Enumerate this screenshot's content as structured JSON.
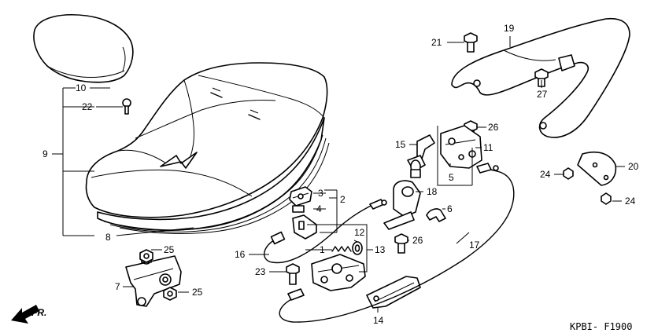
{
  "callouts": [
    {
      "id": "10",
      "label": "10"
    },
    {
      "id": "22",
      "label": "22"
    },
    {
      "id": "9",
      "label": "9"
    },
    {
      "id": "8",
      "label": "8"
    },
    {
      "id": "25a",
      "label": "25"
    },
    {
      "id": "7",
      "label": "7"
    },
    {
      "id": "25b",
      "label": "25"
    },
    {
      "id": "16",
      "label": "16"
    },
    {
      "id": "3",
      "label": "3"
    },
    {
      "id": "4",
      "label": "4"
    },
    {
      "id": "2",
      "label": "2"
    },
    {
      "id": "1",
      "label": "1"
    },
    {
      "id": "12",
      "label": "12"
    },
    {
      "id": "13",
      "label": "13"
    },
    {
      "id": "23",
      "label": "23"
    },
    {
      "id": "15",
      "label": "15"
    },
    {
      "id": "18",
      "label": "18"
    },
    {
      "id": "5",
      "label": "5"
    },
    {
      "id": "6",
      "label": "6"
    },
    {
      "id": "26a",
      "label": "26"
    },
    {
      "id": "26b",
      "label": "26"
    },
    {
      "id": "11",
      "label": "11"
    },
    {
      "id": "17",
      "label": "17"
    },
    {
      "id": "14",
      "label": "14"
    },
    {
      "id": "21",
      "label": "21"
    },
    {
      "id": "19",
      "label": "19"
    },
    {
      "id": "27",
      "label": "27"
    },
    {
      "id": "20",
      "label": "20"
    },
    {
      "id": "24a",
      "label": "24"
    },
    {
      "id": "24b",
      "label": "24"
    }
  ],
  "direction_label": "FR.",
  "diagram_code": "KPBI- F1900"
}
